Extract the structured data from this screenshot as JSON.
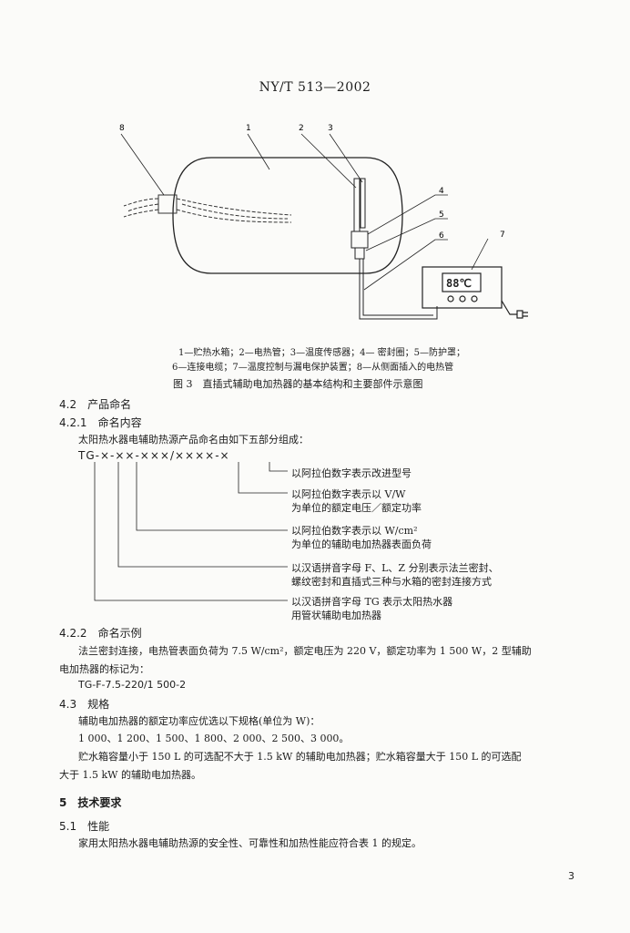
{
  "header": "NY/T 513—2002",
  "figure": {
    "callouts": [
      "1",
      "2",
      "3",
      "4",
      "5",
      "6",
      "7",
      "8"
    ],
    "display_text": "88℃",
    "legend_line1": "1—贮热水箱；2—电热管；3—温度传感器；4— 密封圈；5—防护罩；",
    "legend_line2": "6—连接电缆；7—温度控制与漏电保护装置；8—从侧面插入的电热管",
    "caption": "图 3　直插式辅助电加热器的基本结构和主要部件示意图"
  },
  "s42": {
    "heading_num": "4.2",
    "heading_text": "产品命名",
    "s421_num": "4.2.1",
    "s421_text": "命名内容",
    "intro": "太阳热水器电辅助热源产品命名由如下五部分组成：",
    "code": "TG-×-××-×××/××××-×",
    "items": [
      {
        "line1": "以阿拉伯数字表示改进型号"
      },
      {
        "line1": "以阿拉伯数字表示以 V/W",
        "line2": "为单位的额定电压／额定功率"
      },
      {
        "line1": "以阿拉伯数字表示以 W/cm²",
        "line2": "为单位的辅助电加热器表面负荷"
      },
      {
        "line1": "以汉语拼音字母 F、L、Z 分别表示法兰密封、",
        "line2": "螺纹密封和直插式三种与水箱的密封连接方式"
      },
      {
        "line1": "以汉语拼音字母 TG 表示太阳热水器",
        "line2": "用管状辅助电加热器"
      }
    ],
    "s422_num": "4.2.2",
    "s422_text": "命名示例",
    "example_line1": "法兰密封连接，电热管表面负荷为 7.5 W/cm²，额定电压为 220 V，额定功率为 1 500 W，2 型辅助",
    "example_line2": "电加热器的标记为：",
    "example_code": "TG-F-7.5-220/1 500-2"
  },
  "s43": {
    "num": "4.3",
    "title": "规格",
    "line1": "辅助电加热器的额定功率应优选以下规格(单位为 W)：",
    "line2": "1 000、1 200、1 500、1 800、2 000、2 500、3 000。",
    "line3": "贮水箱容量小于 150 L 的可选配不大于 1.5 kW 的辅助电加热器；贮水箱容量大于 150 L 的可选配",
    "line4": "大于 1.5 kW 的辅助电加热器。"
  },
  "s5": {
    "num": "5",
    "title": "技术要求",
    "s51_num": "5.1",
    "s51_title": "性能",
    "s51_text": "家用太阳热水器电辅助热源的安全性、可靠性和加热性能应符合表 1 的规定。"
  },
  "page_number": "3"
}
